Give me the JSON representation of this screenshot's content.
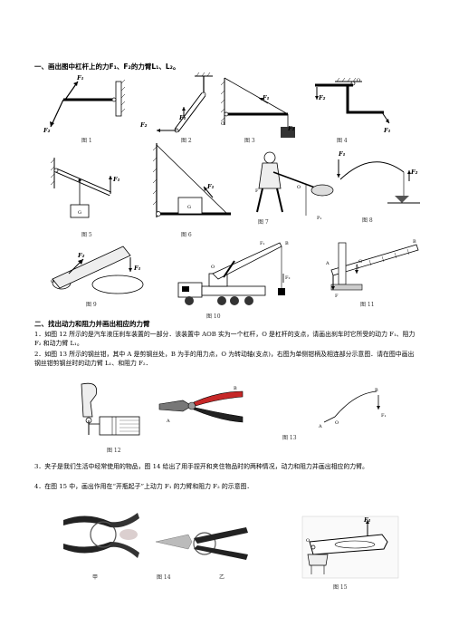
{
  "section1": {
    "heading": "一、画出图中杠杆上的力F₁、F₂的力臂L₁、L₂。",
    "captions": [
      "图 1",
      "图 2",
      "图 3",
      "图 4",
      "图 5",
      "图 6",
      "图 7",
      "图 8",
      "图 9",
      "图 10",
      "图 11"
    ],
    "labels": {
      "f1": "F₁",
      "f2": "F₂",
      "o": "O",
      "g": "G",
      "p1": "P₁",
      "f": "F",
      "a": "A",
      "b": "B"
    }
  },
  "section2": {
    "heading": "二、找出动力和阻力并画出相应的力臂",
    "p1": "1．如图 12 所示的是汽车液压刹车装置的一部分．该装置中 AOB 实为一个杠杆，O 是杠杆的支点，请画出刹车时它所受的动力 F₁、阻力 F₂ 和动力臂 L₁。",
    "p2": "2．如图 13 所示的钢丝钳，其中 A 是剪钢丝处，B 为手的用力点，O 为转动轴(支点)，右图为单侧钳柄及相连部分示意图．请在图中画出钢丝钳剪钢丝时的动力臂 L₁、和阻力 F₂．",
    "fig12": "图 12",
    "fig13": "图 13",
    "p3": "3．夹子是我们生活中经常使用的物品，图 14 给出了用手捏开和夹住物品时的两种情况，动力和阻力并画出相应的力臂。",
    "p4": "4．在图 15 中，画出作用在“开瓶起子”上动力 F₁ 的力臂和阻力 F₂ 的示意图．",
    "jia": "甲",
    "fig14": "图 14",
    "yi": "乙",
    "fig15": "图 15"
  },
  "colors": {
    "ink": "#000000",
    "pliers_red": "#c62828",
    "gray": "#888888"
  }
}
